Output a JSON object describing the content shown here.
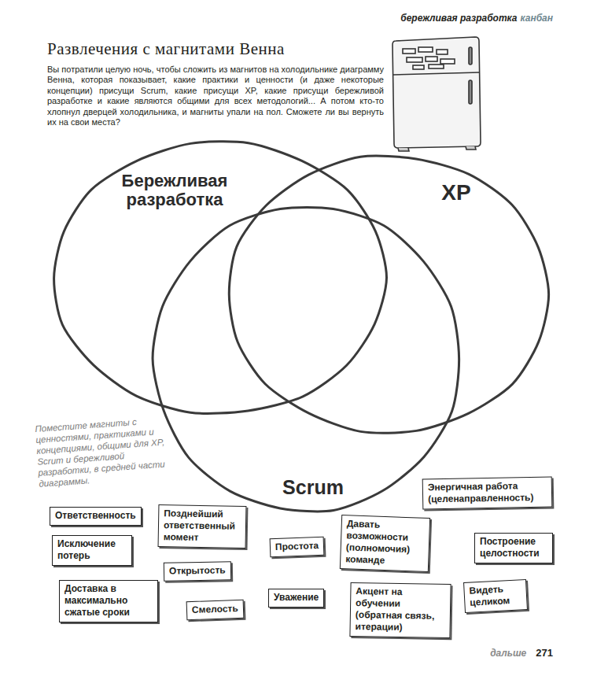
{
  "diagram": {
    "title": "Развлечения с магнитами Венна",
    "nodes": [
      {
        "text": [
          "Бережливая разработка"
        ]
      },
      {
        "text": [
          "XP"
        ]
      },
      {
        "text": [
          "Scrum"
        ]
      },
      {
        "text": [
          "Энергичная работа (целенаправленность)"
        ]
      },
      {
        "text": [
          "Позднейший ответственный момент"
        ]
      },
      {
        "text": [
          "Ответственность"
        ]
      },
      {
        "text": [
          "Давать возможности (полномочия) команде"
        ]
      },
      {
        "text": [
          "Построение целостности"
        ]
      },
      {
        "text": [
          "Исключение потерь"
        ]
      },
      {
        "text": [
          "Простота"
        ]
      },
      {
        "text": [
          "Открытость"
        ]
      },
      {
        "text": [
          "Доставка в максимально сжатые сроки"
        ]
      },
      {
        "text": [
          "Видеть целиком"
        ]
      },
      {
        "text": [
          "Акцент на обучении (обратная связь, итерации)"
        ]
      },
      {
        "text": [
          "Уважение"
        ]
      },
      {
        "text": [
          "Смелость"
        ]
      }
    ],
    "labels": [
      "бережливая разработка",
      "канбан",
      "Вы потратили целую ночь, чтобы сложить из магнитов на холодильнике диаграмму Венна, которая показывает, какие практики и ценности (и даже некоторые концепции) присущи Scrum, какие присущи XP, какие присущи бережливой разработке и какие являются общими для всех методологий... А потом кто-то хлопнул дверцей холодильника, и магниты упали на пол. Сможете ли вы вернуть их на свои места?",
      "Поместите магниты с ценностями, практиками и концепциями, общими для XP, Scrum и бережливой разработки, в средней части диаграммы.",
      "дальше",
      "271"
    ]
  }
}
